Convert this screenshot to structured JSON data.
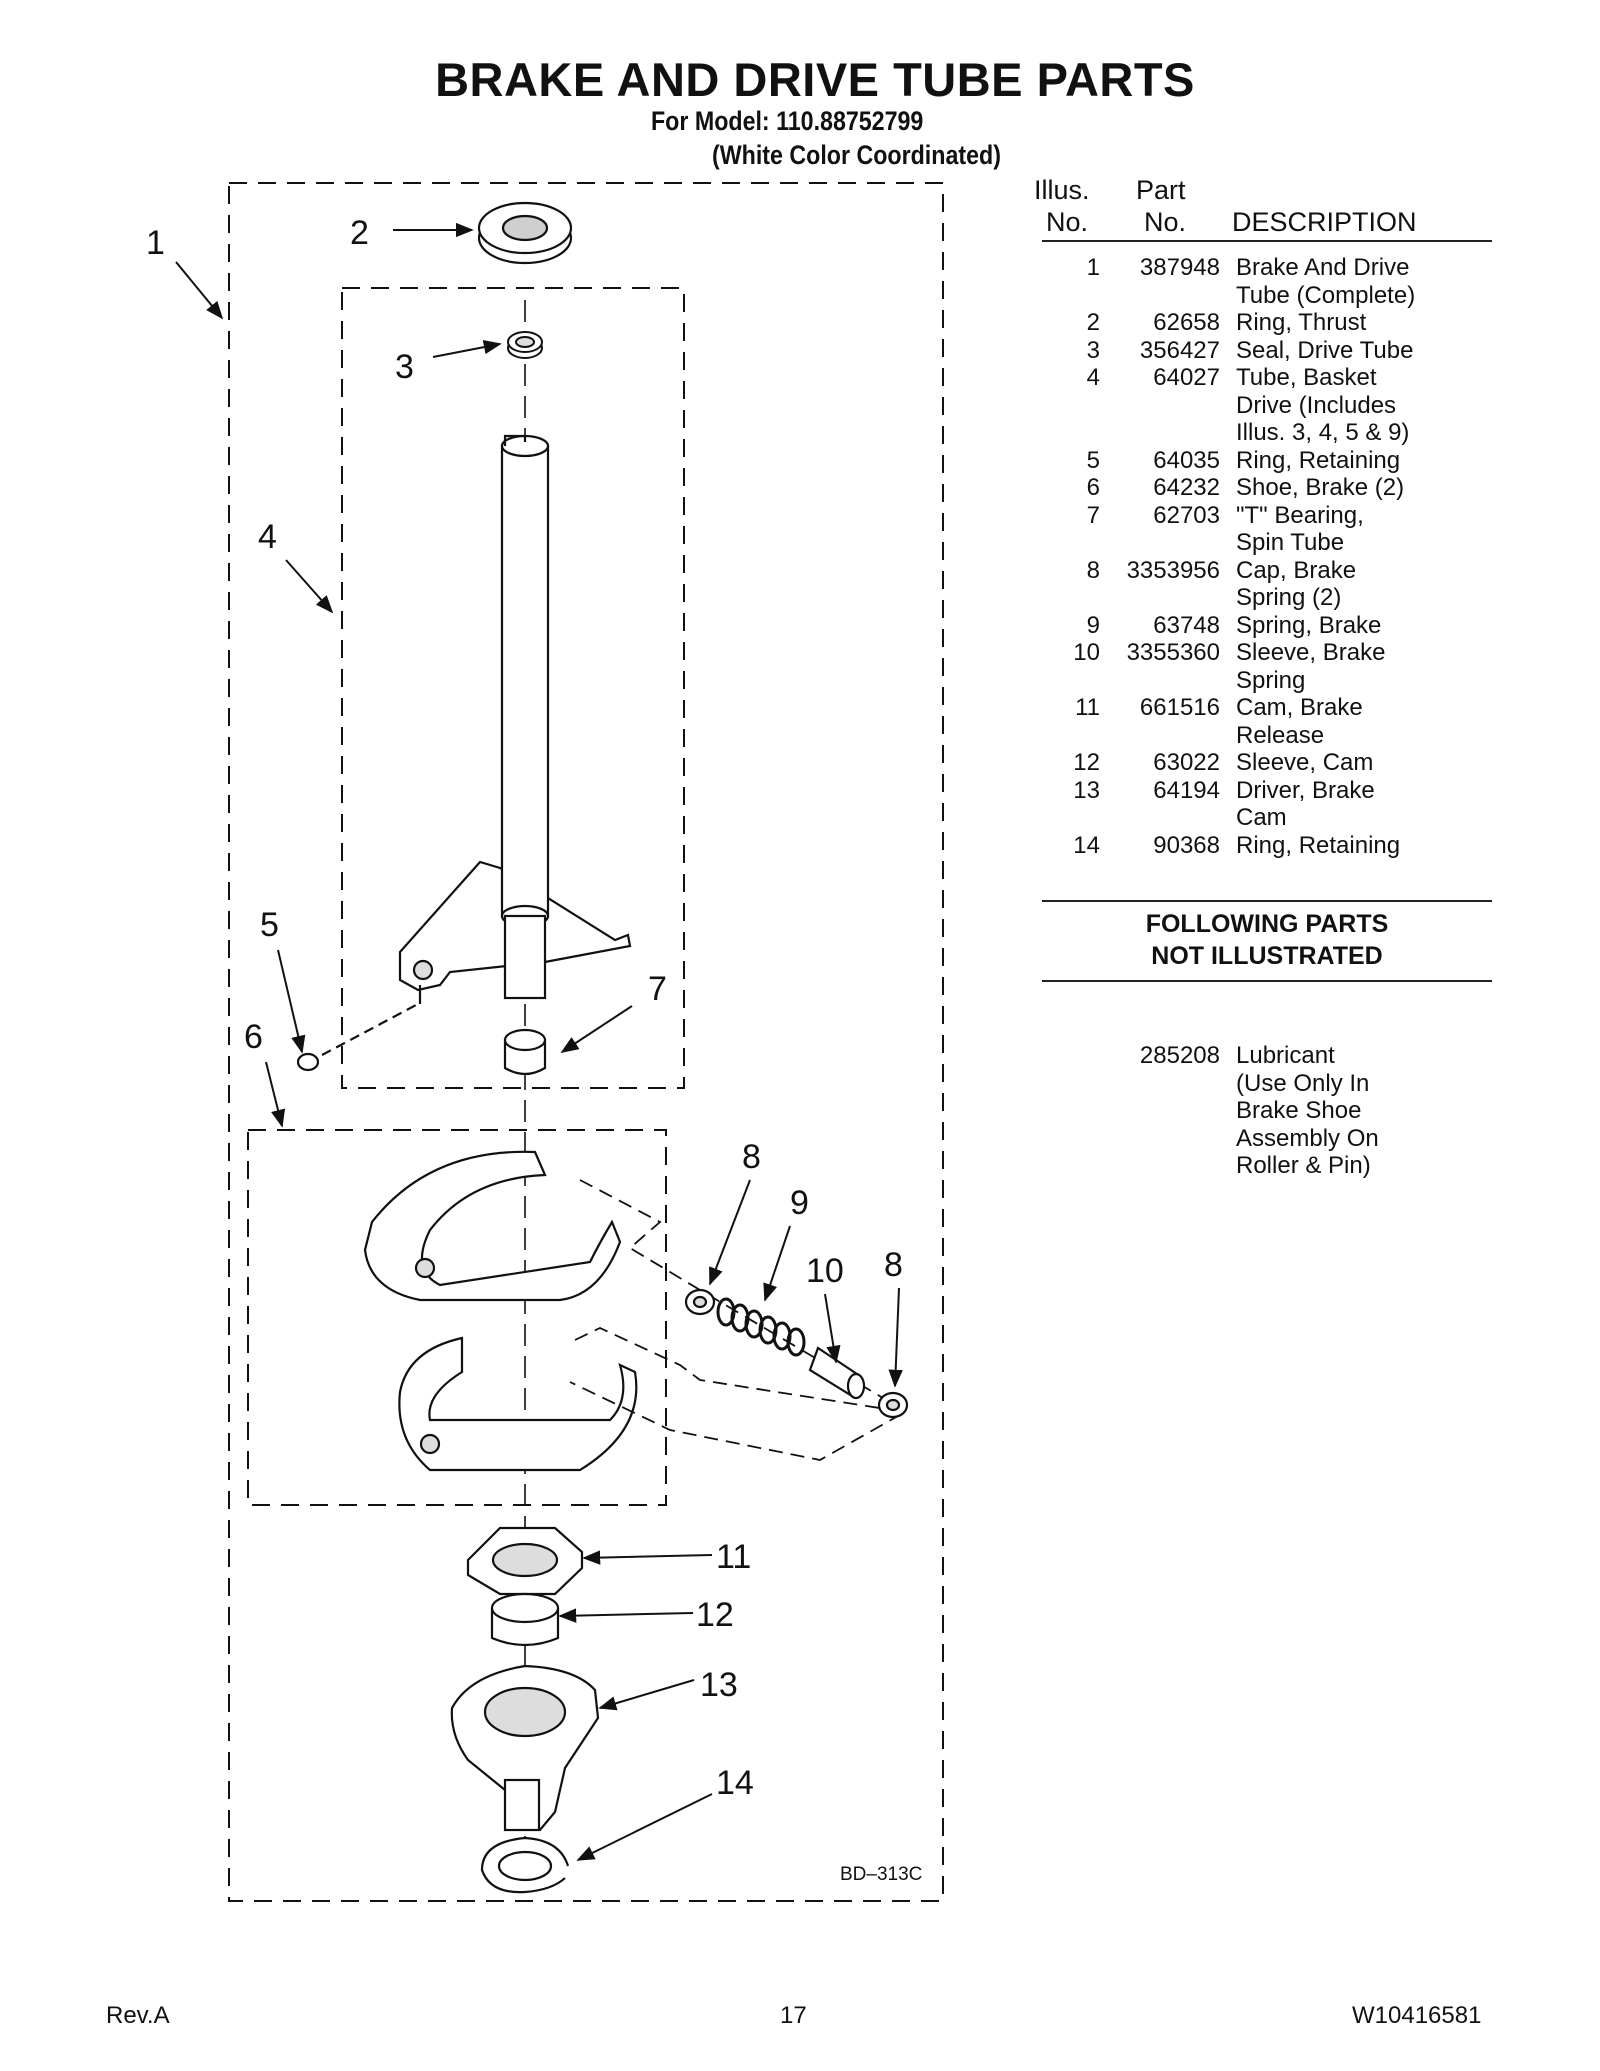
{
  "title": "BRAKE AND DRIVE TUBE PARTS",
  "model_line": "For Model: 110.88752799",
  "color_line": "(White Color Coordinated)",
  "table": {
    "headers": {
      "illus_top": "Illus.",
      "illus_bottom": "No.",
      "part_top": "Part",
      "part_bottom": "No.",
      "description": "DESCRIPTION"
    },
    "rows": [
      {
        "illus": "1",
        "part": "387948",
        "desc": [
          "Brake And Drive",
          "Tube (Complete)"
        ]
      },
      {
        "illus": "2",
        "part": "62658",
        "desc": [
          "Ring, Thrust"
        ]
      },
      {
        "illus": "3",
        "part": "356427",
        "desc": [
          "Seal, Drive Tube"
        ]
      },
      {
        "illus": "4",
        "part": "64027",
        "desc": [
          "Tube, Basket",
          "Drive (Includes",
          "Illus. 3, 4, 5 & 9)"
        ]
      },
      {
        "illus": "5",
        "part": "64035",
        "desc": [
          "Ring, Retaining"
        ]
      },
      {
        "illus": "6",
        "part": "64232",
        "desc": [
          "Shoe, Brake (2)"
        ]
      },
      {
        "illus": "7",
        "part": "62703",
        "desc": [
          "\"T\" Bearing,",
          "Spin Tube"
        ]
      },
      {
        "illus": "8",
        "part": "3353956",
        "desc": [
          "Cap, Brake",
          "Spring (2)"
        ]
      },
      {
        "illus": "9",
        "part": "63748",
        "desc": [
          "Spring, Brake"
        ]
      },
      {
        "illus": "10",
        "part": "3355360",
        "desc": [
          "Sleeve, Brake",
          "Spring"
        ]
      },
      {
        "illus": "11",
        "part": "661516",
        "desc": [
          "Cam, Brake",
          "Release"
        ]
      },
      {
        "illus": "12",
        "part": "63022",
        "desc": [
          "Sleeve, Cam"
        ]
      },
      {
        "illus": "13",
        "part": "64194",
        "desc": [
          "Driver, Brake",
          "Cam"
        ]
      },
      {
        "illus": "14",
        "part": "90368",
        "desc": [
          "Ring, Retaining"
        ]
      }
    ]
  },
  "not_illustrated": {
    "heading_line1": "FOLLOWING PARTS",
    "heading_line2": "NOT ILLUSTRATED",
    "rows": [
      {
        "illus": "",
        "part": "285208",
        "desc": [
          "Lubricant",
          "(Use Only In",
          "Brake Shoe",
          "Assembly On",
          "Roller & Pin)"
        ]
      }
    ]
  },
  "diagram": {
    "code": "BD–313C",
    "callouts": [
      "1",
      "2",
      "3",
      "4",
      "5",
      "6",
      "7",
      "8",
      "9",
      "10",
      "8",
      "11",
      "12",
      "13",
      "14"
    ]
  },
  "footer": {
    "rev": "Rev.A",
    "page": "17",
    "doc_number": "W10416581"
  }
}
